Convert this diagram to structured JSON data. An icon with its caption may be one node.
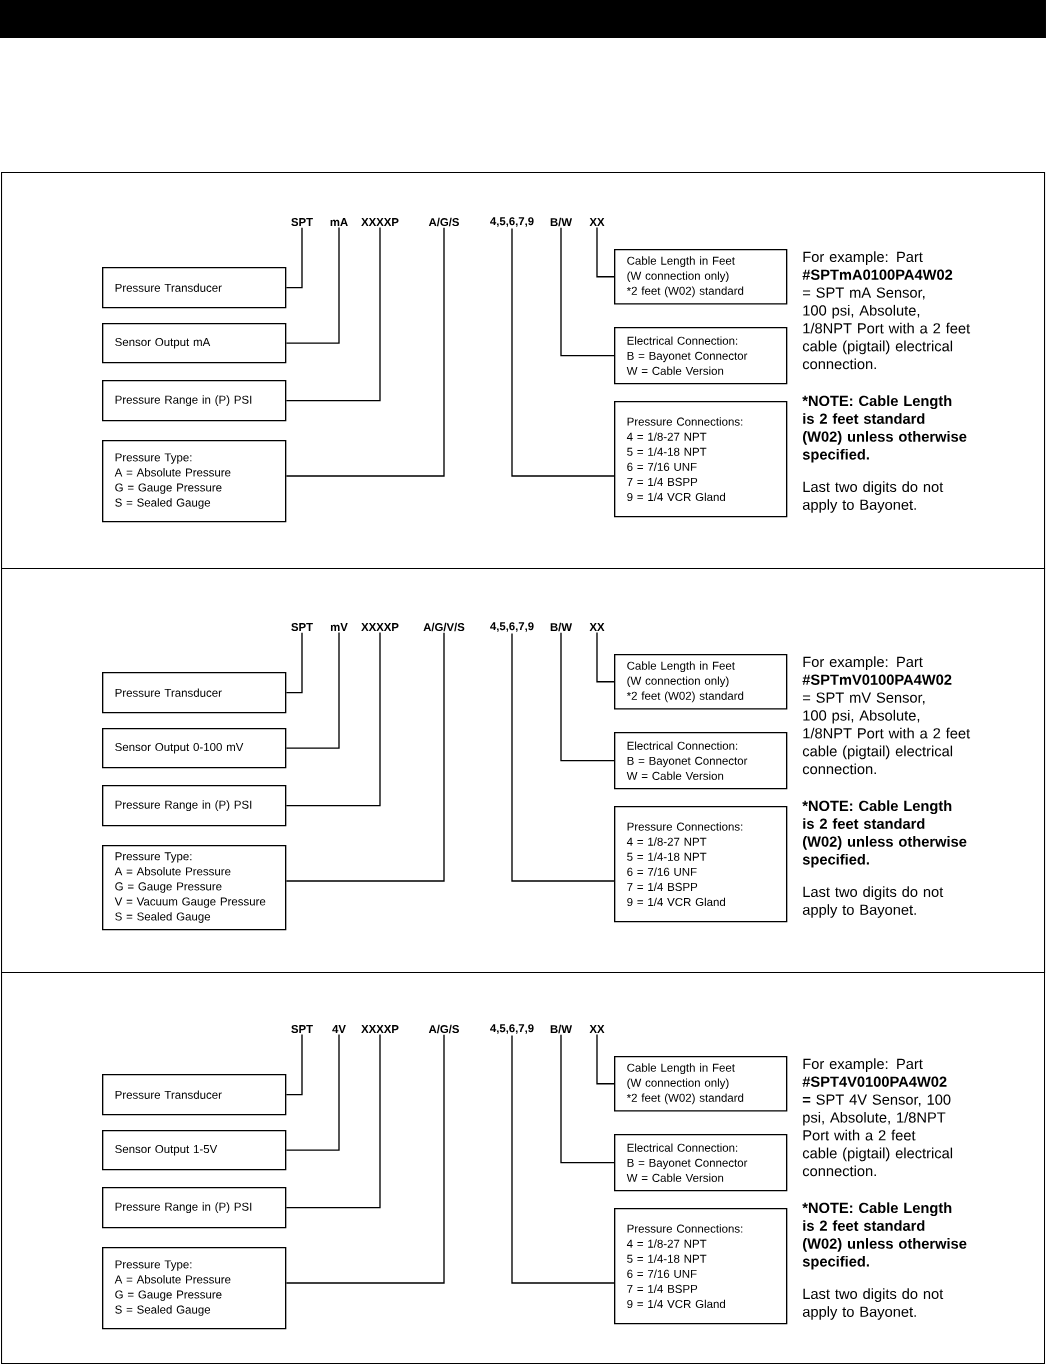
{
  "diagram": {
    "nodes": [
      {
        "text": [],
        "shape": "box"
      },
      {
        "text": [
          "SPT"
        ],
        "in": 0
      },
      {
        "text": [
          "mA"
        ],
        "in": 0
      },
      {
        "text": [
          "XXXXP"
        ],
        "in": 0
      },
      {
        "text": [
          "A/G/S"
        ],
        "in": 0
      },
      {
        "text": [
          "4,5,6,7,9"
        ],
        "in": 0
      },
      {
        "text": [
          "B/W"
        ],
        "in": 0
      },
      {
        "text": [
          "XX"
        ],
        "in": 0
      },
      {
        "text": [
          "Pressure Transducer"
        ],
        "in": 0
      },
      {
        "text": [
          "Sensor Output mA"
        ],
        "in": 0
      },
      {
        "text": [
          "Pressure Range in (P) PSI"
        ],
        "in": 0
      },
      {
        "text": [
          "Pressure Type:",
          "A = Absolute Pressure",
          "G = Gauge Pressure",
          "S = Sealed Gauge"
        ],
        "in": 0
      },
      {
        "text": [
          "Cable Length in Feet",
          "(W connection only)",
          "*2 feet (W02) standard"
        ],
        "in": 0
      },
      {
        "text": [
          "Electrical Connection:",
          "B = Bayonet Connector",
          "W = Cable Version"
        ],
        "in": 0
      },
      {
        "text": [
          "Pressure Connections:",
          "4 = 1/8-27 NPT",
          "5 = 1/4-18 NPT",
          "6 = 7/16 UNF",
          "7 = 1/4 BSPP",
          "9 = 1/4 VCR Gland"
        ],
        "in": 0
      },
      {
        "text": [],
        "shape": "box"
      },
      {
        "text": [
          "SPT"
        ],
        "in": 15
      },
      {
        "text": [
          "mV"
        ],
        "in": 15
      },
      {
        "text": [
          "XXXXP"
        ],
        "in": 15
      },
      {
        "text": [
          "A/G/V/S"
        ],
        "in": 15
      },
      {
        "text": [
          "4,5,6,7,9"
        ],
        "in": 15
      },
      {
        "text": [
          "B/W"
        ],
        "in": 15
      },
      {
        "text": [
          "XX"
        ],
        "in": 15
      },
      {
        "text": [
          "Pressure Transducer"
        ],
        "in": 15
      },
      {
        "text": [
          "Sensor Output 0-100 mV"
        ],
        "in": 15
      },
      {
        "text": [
          "Pressure Range in (P) PSI"
        ],
        "in": 15
      },
      {
        "text": [
          "Pressure Type:",
          "A = Absolute Pressure",
          "G = Gauge Pressure",
          "V = Vacuum Gauge Pressure",
          "S = Sealed Gauge"
        ],
        "in": 15
      },
      {
        "text": [
          "Cable Length in Feet",
          "(W connection only)",
          "*2 feet (W02) standard"
        ],
        "in": 15
      },
      {
        "text": [
          "Electrical Connection:",
          "B = Bayonet Connector",
          "W = Cable Version"
        ],
        "in": 15
      },
      {
        "text": [
          "Pressure Connections:",
          "4 = 1/8-27 NPT",
          "5 = 1/4-18 NPT",
          "6 = 7/16 UNF",
          "7 = 1/4 BSPP",
          "9 = 1/4 VCR Gland"
        ],
        "in": 15
      },
      {
        "text": [],
        "shape": "box"
      },
      {
        "text": [
          "SPT"
        ],
        "in": 30
      },
      {
        "text": [
          "4V"
        ],
        "in": 30
      },
      {
        "text": [
          "XXXXP"
        ],
        "in": 30
      },
      {
        "text": [
          "A/G/S"
        ],
        "in": 30
      },
      {
        "text": [
          "4,5,6,7,9"
        ],
        "in": 30
      },
      {
        "text": [
          "B/W"
        ],
        "in": 30
      },
      {
        "text": [
          "XX"
        ],
        "in": 30
      },
      {
        "text": [
          "Pressure Transducer"
        ],
        "in": 30
      },
      {
        "text": [
          "Sensor Output 1-5V"
        ],
        "in": 30
      },
      {
        "text": [
          "Pressure Range in (P) PSI"
        ],
        "in": 30
      },
      {
        "text": [
          "Pressure Type:",
          "A = Absolute Pressure",
          "G = Gauge Pressure",
          "S = Sealed Gauge"
        ],
        "in": 30
      },
      {
        "text": [
          "Cable Length in Feet",
          "(W connection only)",
          "*2 feet (W02) standard"
        ],
        "in": 30
      },
      {
        "text": [
          "Electrical Connection:",
          "B = Bayonet Connector",
          "W = Cable Version"
        ],
        "in": 30
      },
      {
        "text": [
          "Pressure Connections:",
          "4 = 1/8-27 NPT",
          "5 = 1/4-18 NPT",
          "6 = 7/16 UNF",
          "7 = 1/4 BSPP",
          "9 = 1/4 VCR Gland"
        ],
        "in": 30
      }
    ],
    "edges": [
      {
        "from": 1,
        "to": 8,
        "arrow": "none"
      },
      {
        "from": 2,
        "to": 9,
        "arrow": "none"
      },
      {
        "from": 3,
        "to": 10,
        "arrow": "none"
      },
      {
        "from": 4,
        "to": 11,
        "arrow": "none"
      },
      {
        "from": 5,
        "to": 14,
        "arrow": "none"
      },
      {
        "from": 6,
        "to": 13,
        "arrow": "none"
      },
      {
        "from": 7,
        "to": 12,
        "arrow": "none"
      },
      {
        "from": 16,
        "to": 23,
        "arrow": "none"
      },
      {
        "from": 17,
        "to": 24,
        "arrow": "none"
      },
      {
        "from": 18,
        "to": 25,
        "arrow": "none"
      },
      {
        "from": 19,
        "to": 26,
        "arrow": "none"
      },
      {
        "from": 20,
        "to": 29,
        "arrow": "none"
      },
      {
        "from": 21,
        "to": 28,
        "arrow": "none"
      },
      {
        "from": 22,
        "to": 27,
        "arrow": "none"
      },
      {
        "from": 31,
        "to": 38,
        "arrow": "none"
      },
      {
        "from": 32,
        "to": 39,
        "arrow": "none"
      },
      {
        "from": 33,
        "to": 40,
        "arrow": "none"
      },
      {
        "from": 34,
        "to": 41,
        "arrow": "none"
      },
      {
        "from": 35,
        "to": 44,
        "arrow": "none"
      },
      {
        "from": 36,
        "to": 43,
        "arrow": "none"
      },
      {
        "from": 37,
        "to": 42,
        "arrow": "none"
      }
    ],
    "labels": [
      "For example: Part **#SPTmA0100PA4W02** = SPT mA Sensor, 100 psi, Absolute, 1/8NPT Port with a 2 feet cable (pigtail) electrical connection.",
      "*NOTE: Cable Length is 2 feet standard (W02) unless otherwise specified.",
      "Last two digits do not apply to Bayonet.",
      "For example: Part **#SPTmV0100PA4W02** = SPT mV Sensor, 100 psi, Absolute, 1/8NPT Port with a 2 feet cable (pigtail) electrical connection.",
      "*NOTE: Cable Length is 2 feet standard (W02) unless otherwise specified.",
      "Last two digits do not apply to Bayonet.",
      "For example: Part **#SPT4V0100PA4W02 =** SPT 4V Sensor, 100 psi, Absolute, 1/8NPT Port with a 2 feet cable (pigtail) electrical connection.",
      "*NOTE: Cable Length is 2 feet standard (W02) unless otherwise specified.",
      "Last two digits do not apply to Bayonet."
    ]
  }
}
